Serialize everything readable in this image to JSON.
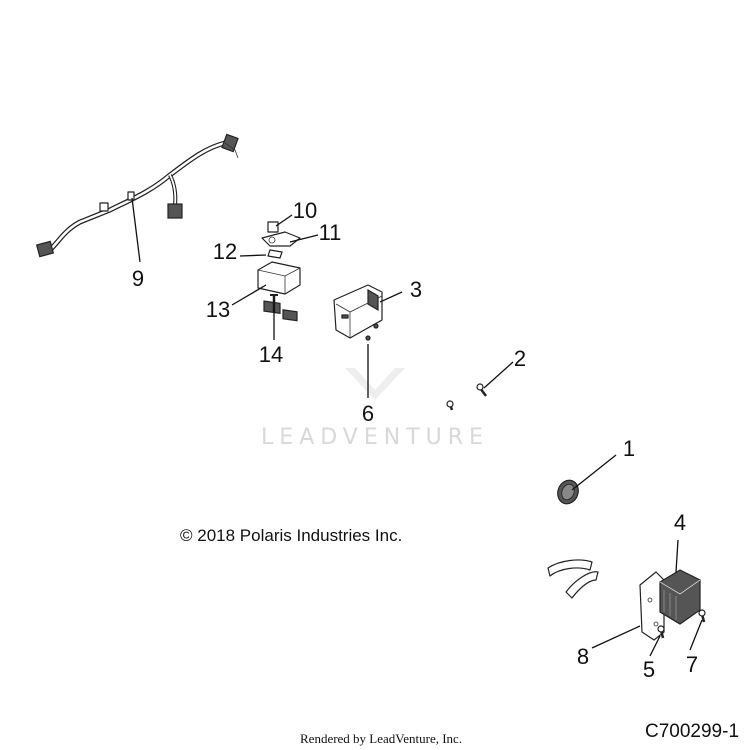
{
  "watermark": {
    "text": "LEADVENTURE"
  },
  "copyright": "© 2018 Polaris Industries Inc.",
  "rendered_by": "Rendered by LeadVenture, Inc.",
  "figure_code": "C700299-1",
  "callouts": [
    "1",
    "2",
    "3",
    "4",
    "5",
    "6",
    "7",
    "8",
    "9",
    "10",
    "11",
    "12",
    "13",
    "14"
  ]
}
